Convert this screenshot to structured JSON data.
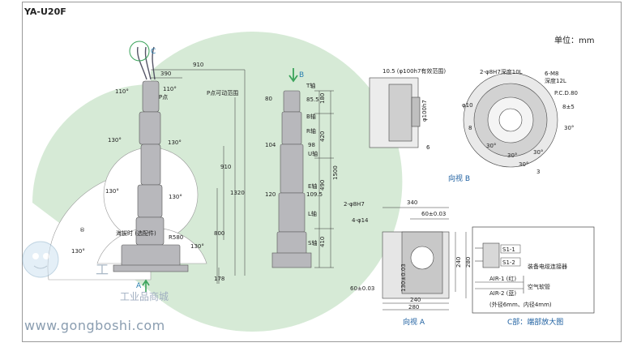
{
  "header": {
    "model": "YA-U20F",
    "unit": "单位：mm"
  },
  "side_view": {
    "dims": [
      "910",
      "390",
      "110°",
      "110°",
      "P点",
      "P点可动范围",
      "130°",
      "130°",
      "130°",
      "130°",
      "R580",
      "130°",
      "130°",
      "910",
      "1320",
      "800",
      "178"
    ],
    "c_label": "C",
    "a_label": "A",
    "note": "海拔时\n(选配件)",
    "sign": "®"
  },
  "front_view": {
    "b_label": "B",
    "dims": [
      "80",
      "85.5",
      "180",
      "104",
      "98",
      "420",
      "120",
      "109.5",
      "490",
      "1500",
      "410"
    ],
    "axes": [
      "T轴",
      "B轴",
      "R轴",
      "U轴",
      "E轴",
      "L轴",
      "S轴"
    ]
  },
  "view_b": {
    "title": "向视 B",
    "dims": [
      "10.5 (φ100h7有效范围)",
      "2-φ8H7深度10L",
      "6-M8",
      "深度12L",
      "P.C.D.80",
      "φ10",
      "8±5",
      "φ100h7",
      "6",
      "30°",
      "30°",
      "30°",
      "30°",
      "8",
      "30°",
      "3"
    ]
  },
  "view_a": {
    "title": "向视 A",
    "dims": [
      "2-φ8H7",
      "340",
      "4-φ14",
      "60±0.03",
      "240",
      "280",
      "60±0.03",
      "130±0.03",
      "240",
      "280"
    ]
  },
  "detail_c": {
    "title": "C部：端部放大图",
    "s1": "S1-1",
    "s2": "S1-2",
    "connector": "装备电缆连接器",
    "air1": "AIR-1 (红)",
    "air2": "AIR-2 (蓝)",
    "tube": "空气软管",
    "spec": "(外径6mm、内径4mm)"
  },
  "watermark": {
    "url": "www.gongboshi.com",
    "shop": "工业品商城",
    "logo_char": "工"
  }
}
